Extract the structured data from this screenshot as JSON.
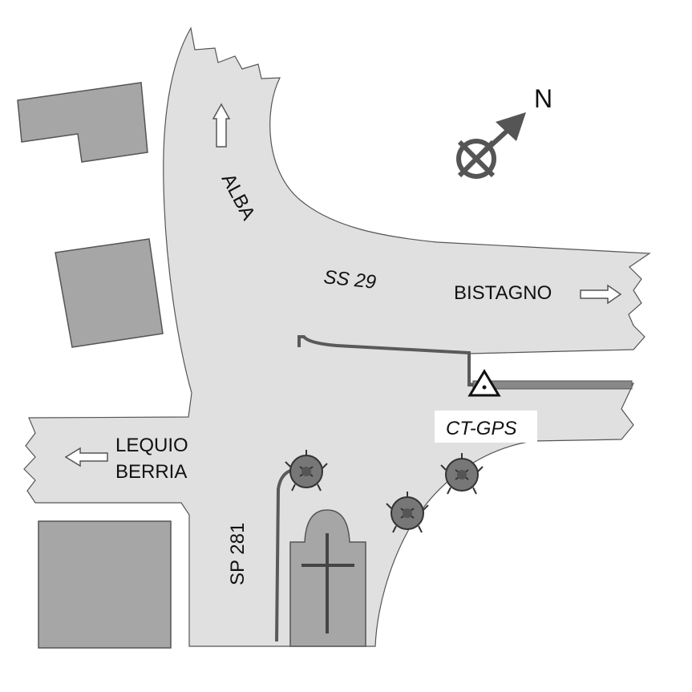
{
  "map": {
    "compass_label": "N",
    "labels": {
      "alba": "ALBA",
      "ss29": "SS 29",
      "bistagno": "BISTAGNO",
      "lequio": "LEQUIO",
      "berria": "BERRIA",
      "sp281": "SP 281",
      "ctgps": "CT-GPS"
    },
    "icons": {
      "compass": "compass-icon",
      "survey_point": "survey-triangle-icon",
      "chapel": "chapel-cross-icon",
      "tree": "tree-icon",
      "arrow": "direction-arrow-icon"
    },
    "colors": {
      "road": "#e0e0e0",
      "road_outline": "#555555",
      "building": "#a6a6a6",
      "building_outline": "#555555",
      "curb": "#5a5a5a",
      "compass": "#555555",
      "background": "#ffffff"
    }
  }
}
